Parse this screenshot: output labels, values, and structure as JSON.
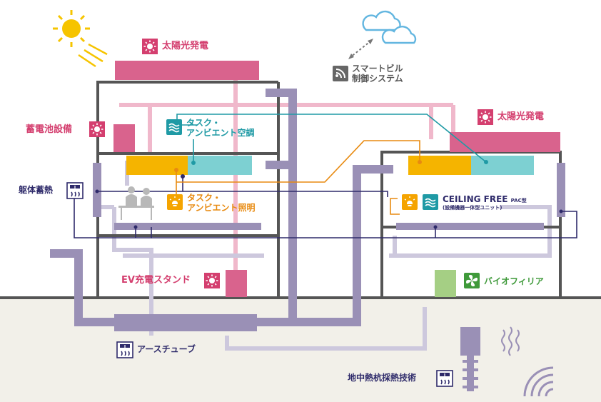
{
  "labels": {
    "solar_top": "太陽光発電",
    "solar_right": "太陽光発電",
    "smart_building": [
      "スマートビル",
      "制御システム"
    ],
    "battery": "蓄電池設備",
    "task_ambient_ac": [
      "タスク・",
      "アンビエント空調"
    ],
    "task_ambient_light": [
      "タスク・",
      "アンビエント照明"
    ],
    "skeleton_storage": "躯体蓄熱",
    "ceiling_free": "CEILING FREE",
    "ceiling_free_type": "PAC型",
    "ceiling_free_sub": "(設備機器一体型ユニット)",
    "ev_stand": "EV充電スタンド",
    "biophilia": "バイオフィリア",
    "earth_tube": "アースチューブ",
    "geothermal": "地中熱杭採熱技術"
  },
  "colors": {
    "pink": "#d43f6f",
    "pink_light": "#f0b8cb",
    "teal": "#1f9aa5",
    "teal_fill": "#7dd0d2",
    "orange": "#e88a10",
    "yellow": "#f5b400",
    "navy": "#2e2a6a",
    "duct": "#9a90b6",
    "duct_light": "#cdc8dd",
    "wall": "#555555",
    "green": "#3f9a3a",
    "green_fill": "#a5cf84",
    "ground": "#f2f0e9"
  },
  "icons": [
    "sun-icon",
    "cloud-icon",
    "wifi-icon",
    "ac-wave-icon",
    "bulb-icon",
    "heat-storage-icon",
    "fan-leaf-icon",
    "people-icon"
  ]
}
